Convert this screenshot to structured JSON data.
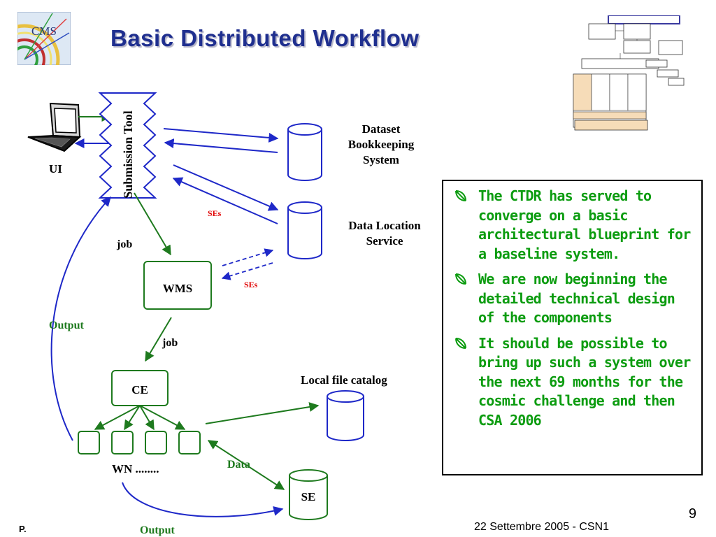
{
  "title": "Basic Distributed Workflow",
  "logo": {
    "text": "CMS",
    "icon": "cms-experiment-logo"
  },
  "thumbnail": {
    "icon": "organization-chart-thumbnail"
  },
  "diagram": {
    "submission_tool": "Submission Tool",
    "ui": "UI",
    "dataset_bookkeeping": [
      "Dataset",
      "Bookkeeping",
      "System"
    ],
    "data_location": [
      "Data Location",
      "Service"
    ],
    "wms": "WMS",
    "ce": "CE",
    "se": "SE",
    "local_file_catalog": "Local file catalog",
    "wn": "WN ........",
    "labels": {
      "ses_top": "SEs",
      "ses_wms": "SEs",
      "job_1": "job",
      "job_2": "job",
      "output_left": "Output",
      "output_bottom": "Output",
      "data": "Data"
    },
    "colors": {
      "blue": "#1e28c8",
      "green": "#1e7a1e",
      "red": "#e00000"
    }
  },
  "bullets": [
    "The CTDR has served to converge on a basic architectural blueprint for a baseline system.",
    "We are now beginning the detailed technical design of the components",
    "It should be possible to bring up such a system over the next 69 months for the cosmic challenge and then CSA 2006"
  ],
  "footer": {
    "slide_number": "9",
    "date": "22 Settembre 2005 - CSN1",
    "author": "P."
  }
}
